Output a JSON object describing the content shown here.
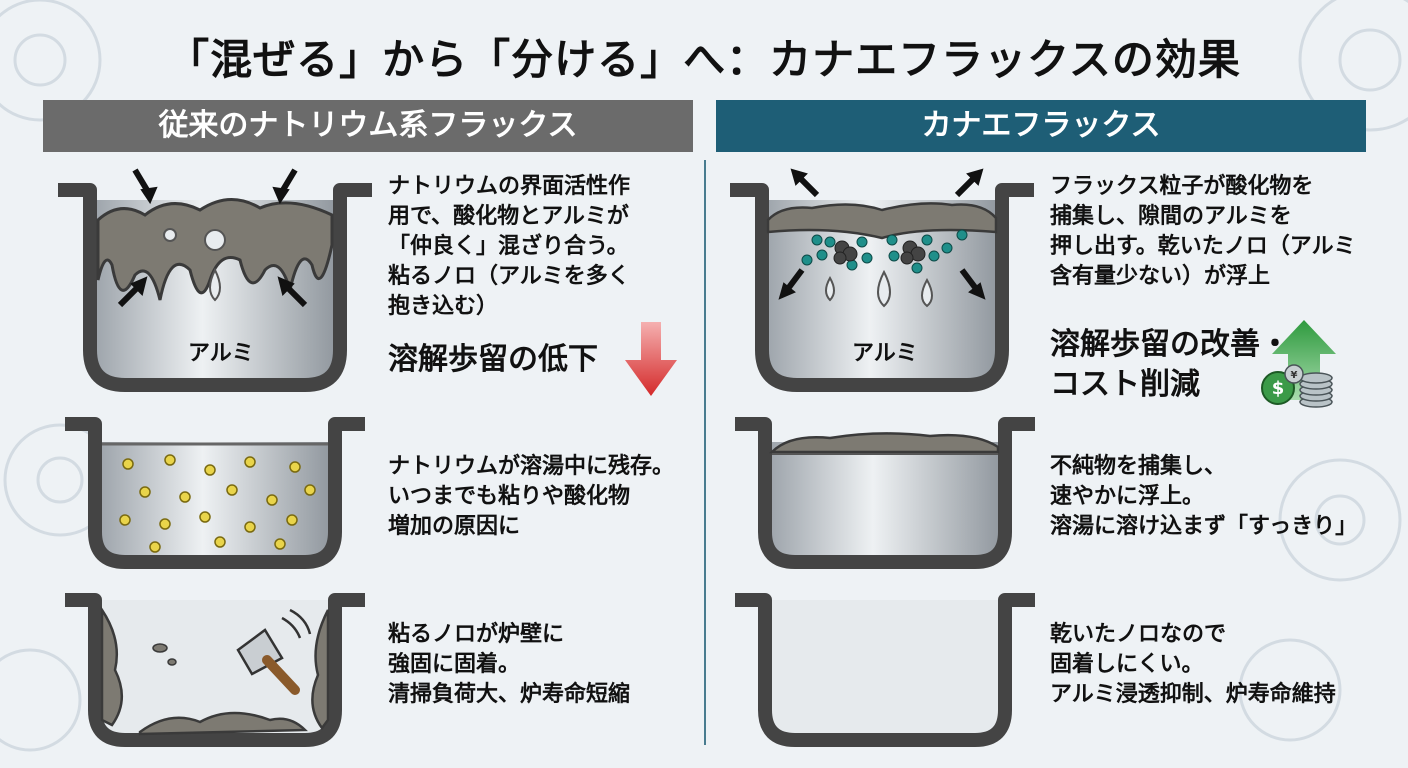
{
  "title": "「混ぜる」から「分ける」へ：カナエフラックスの効果",
  "left": {
    "header": "従来のナトリウム系フラックス",
    "row1": {
      "text": "ナトリウムの界面活性作\n用で、酸化物とアルミが\n「仲良く」混ざり合う。\n粘るノロ（アルミを多く\n抱き込む）",
      "pot_label": "アルミ",
      "result": "溶解歩留の低下"
    },
    "row2": {
      "text": "ナトリウムが溶湯中に残存。\nいつまでも粘りや酸化物\n増加の原因に"
    },
    "row3": {
      "text": "粘るノロが炉壁に\n強固に固着。\n清掃負荷大、炉寿命短縮"
    }
  },
  "right": {
    "header": "カナエフラックス",
    "row1": {
      "text": "フラックス粒子が酸化物を\n捕集し、隙間のアルミを\n押し出す。乾いたノロ（アルミ\n含有量少ない）が浮上",
      "pot_label": "アルミ",
      "result": "溶解歩留の改善・\nコスト削減"
    },
    "row2": {
      "text": "不純物を捕集し、\n速やかに浮上。\n溶湯に溶け込まず「すっきり」"
    },
    "row3": {
      "text": "乾いたノロなので\n固着しにくい。\nアルミ浸透抑制、炉寿命維持"
    }
  },
  "colors": {
    "left_header": "#6b6b6b",
    "right_header": "#1e5e76",
    "down_arrow": "#d42a2a",
    "up_arrow": "#2e9a3e",
    "particle_teal": "#1f8f8a",
    "dross": "#7d7a72"
  },
  "icons": [
    "down-arrow-icon",
    "up-arrow-icon",
    "coin-stack-icon",
    "scraper-icon"
  ]
}
